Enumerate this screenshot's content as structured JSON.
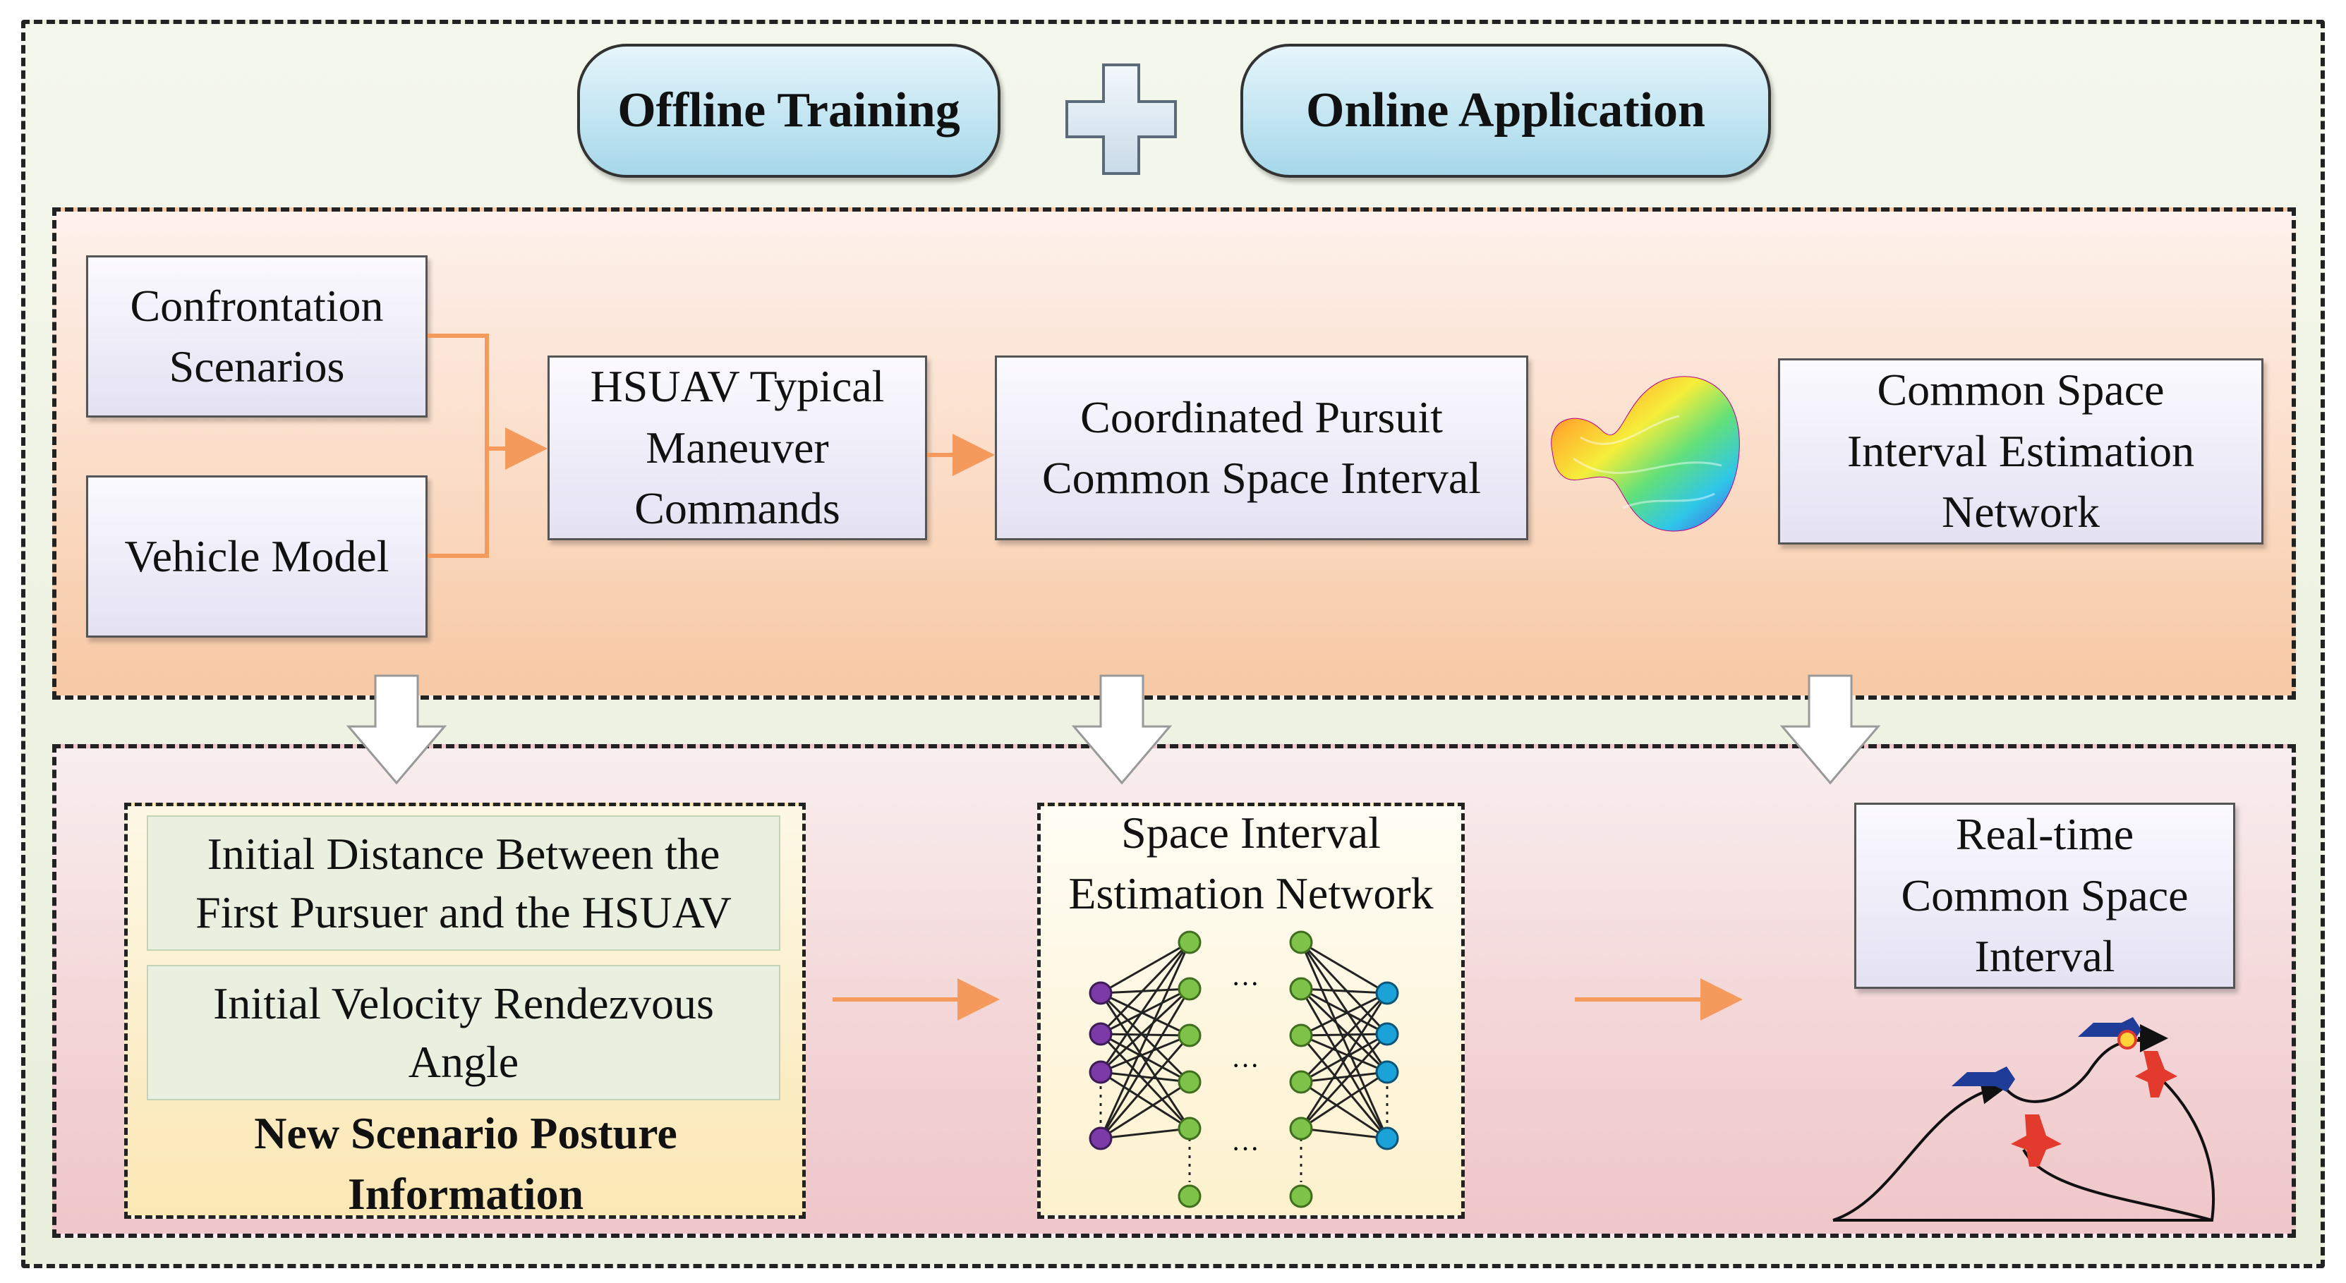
{
  "header": {
    "offline_label": "Offline Training",
    "online_label": "Online Application"
  },
  "training": {
    "confrontation_line1": "Confrontation",
    "confrontation_line2": "Scenarios",
    "vehicle_model": "Vehicle Model",
    "maneuver_line1": "HSUAV Typical",
    "maneuver_line2": "Maneuver",
    "maneuver_line3": "Commands",
    "pursuit_line1": "Coordinated Pursuit",
    "pursuit_line2": "Common Space Interval",
    "estimation_line1": "Common Space",
    "estimation_line2": "Interval Estimation",
    "estimation_line3": "Network"
  },
  "application": {
    "distance_line1": "Initial Distance Between the",
    "distance_line2": "First Pursuer and the HSUAV",
    "velocity_line1": "Initial Velocity Rendezvous",
    "velocity_line2": "Angle",
    "posture_line1": "New Scenario Posture",
    "posture_line2": "Information",
    "network_line1": "Space Interval",
    "network_line2": "Estimation Network",
    "ellipsis": "···",
    "realtime_line1": "Real-time",
    "realtime_line2": "Common Space",
    "realtime_line3": "Interval"
  },
  "colors": {
    "arrow_orange": "#f39a5c",
    "node_purple": "#7b3aa6",
    "node_green": "#7ec24a",
    "node_blue": "#1ba2d8",
    "aircraft_blue": "#1f3c98",
    "aircraft_red": "#e23a2c"
  },
  "icons": {
    "plus": "plus-icon",
    "surface": "colored-surface-icon",
    "pursuer": "pursuer-aircraft-icon",
    "target": "target-aircraft-icon"
  }
}
